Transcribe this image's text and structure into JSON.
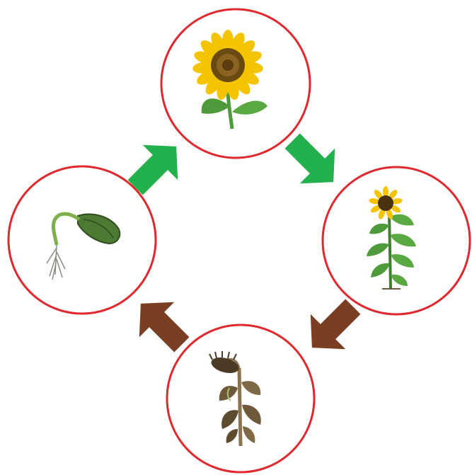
{
  "diagram": {
    "type": "cycle",
    "stages": [
      {
        "id": "flowering",
        "icon": "sunflower-bloom-icon"
      },
      {
        "id": "mature",
        "icon": "mature-sunflower-plant-icon"
      },
      {
        "id": "dying",
        "icon": "wilted-sunflower-icon"
      },
      {
        "id": "germination",
        "icon": "germinating-seed-icon"
      }
    ],
    "arrows": [
      {
        "from": "germination",
        "to": "flowering",
        "color": "#22b14c"
      },
      {
        "from": "flowering",
        "to": "mature",
        "color": "#22b14c"
      },
      {
        "from": "mature",
        "to": "dying",
        "color": "#7a3f22"
      },
      {
        "from": "dying",
        "to": "germination",
        "color": "#7a3f22"
      }
    ],
    "colors": {
      "ring": "#e0282e",
      "growth_arrow": "#22b14c",
      "decline_arrow": "#7a3f22",
      "petal": "#f5c400",
      "seed_head": "#6b4a12",
      "leaf": "#4f9a3a",
      "dry_plant": "#6e5a3a"
    }
  }
}
